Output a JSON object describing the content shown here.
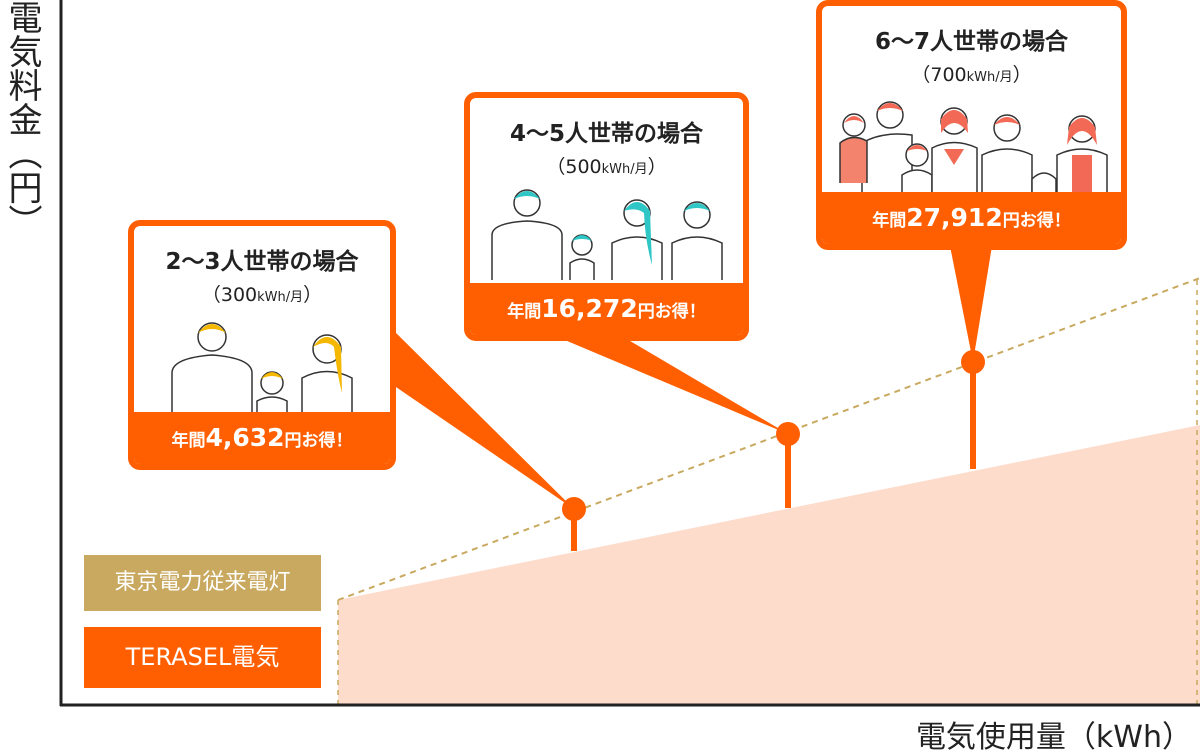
{
  "axes": {
    "y_label": "電気料金（円）",
    "x_label": "電気使用量（kWh）"
  },
  "legend": [
    {
      "label": "東京電力従来電灯",
      "color": "#c9a95f"
    },
    {
      "label": "TERASEL電気",
      "color": "#ff5f00"
    }
  ],
  "callouts": [
    {
      "title": "2〜3人世帯の場合",
      "usage_open": "（",
      "usage_value": "300",
      "usage_unit": "kWh/月",
      "usage_close": "）",
      "prefix": "年間",
      "amount": "4,632",
      "suffix": "円お得！",
      "hair": "#f5b800",
      "kwh": 300
    },
    {
      "title": "4〜5人世帯の場合",
      "usage_open": "（",
      "usage_value": "500",
      "usage_unit": "kWh/月",
      "usage_close": "）",
      "prefix": "年間",
      "amount": "16,272",
      "suffix": "円お得！",
      "hair": "#2fc6c6",
      "kwh": 500
    },
    {
      "title": "6〜7人世帯の場合",
      "usage_open": "（",
      "usage_value": "700",
      "usage_unit": "kWh/月",
      "usage_close": "）",
      "prefix": "年間",
      "amount": "27,912",
      "suffix": "円お得！",
      "hair": "#f26a55",
      "kwh": 700
    }
  ],
  "colors": {
    "accent": "#ff5f00",
    "terasel_fill": "#fddccc",
    "tepco_line": "#c9a95f"
  }
}
